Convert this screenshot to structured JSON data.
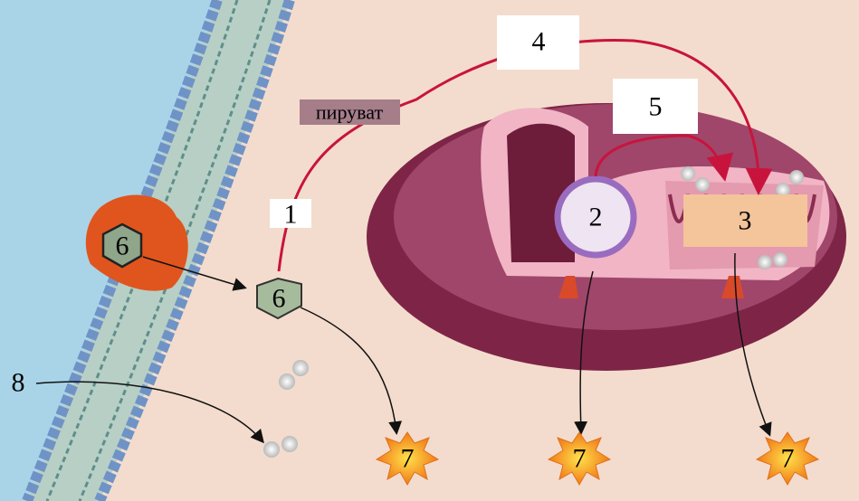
{
  "labels": {
    "one": "1",
    "two": "2",
    "three": "3",
    "four": "4",
    "five": "5",
    "six_channel": "6",
    "six_free": "6",
    "seven_a": "7",
    "seven_b": "7",
    "seven_c": "7",
    "eight": "8",
    "pyruvate": "пируват"
  },
  "colors": {
    "background": "#f3dccd",
    "extracellular": "#a9d4e8",
    "membrane_head": "#6f93c6",
    "mitochondrion": "#8a2d4f",
    "arrow_red": "#c8143c",
    "box3": "#f4c49a",
    "pyruvate_box": "#a57e8a"
  }
}
